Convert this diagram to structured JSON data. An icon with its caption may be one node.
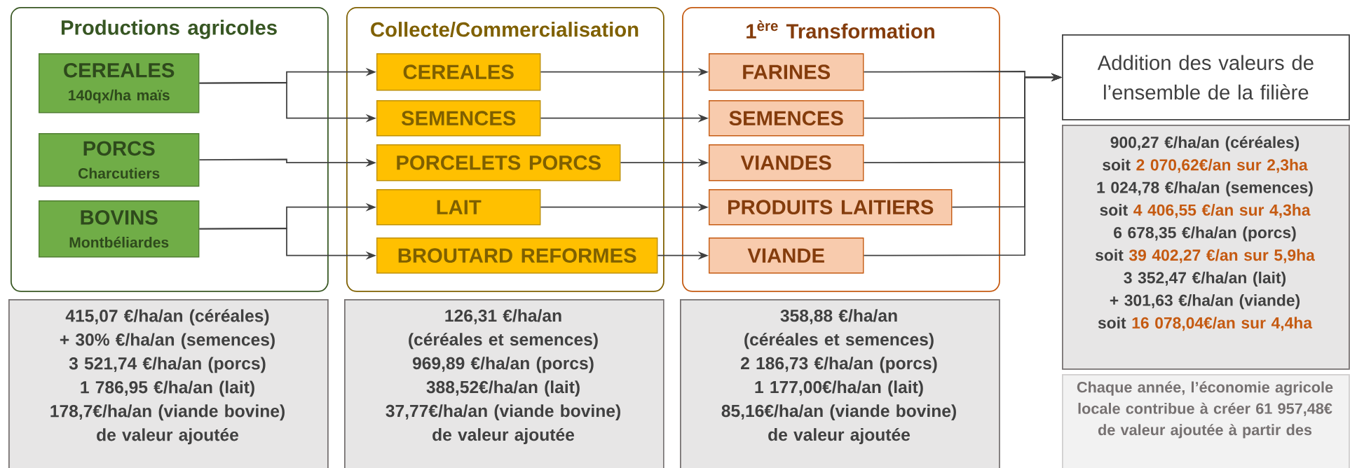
{
  "diagram": {
    "nodes": [
      {
        "text": [
          "Productions agricoles"
        ]
      },
      {
        "text": [
          "CEREALES",
          "140qx/ha maïs"
        ],
        "in": 0
      },
      {
        "text": [
          "PORCS",
          "Charcutiers"
        ],
        "in": 0
      },
      {
        "text": [
          "BOVINS",
          "Montbéliardes"
        ],
        "in": 0
      },
      {
        "text": [
          "Collecte/Commercialisation"
        ]
      },
      {
        "text": [
          "CEREALES"
        ],
        "in": 4
      },
      {
        "text": [
          "SEMENCES"
        ],
        "in": 4
      },
      {
        "text": [
          "PORCELETS PORCS"
        ],
        "in": 4
      },
      {
        "text": [
          "LAIT"
        ],
        "in": 4
      },
      {
        "text": [
          "BROUTARD REFORMES"
        ],
        "in": 4
      },
      {
        "text": [
          "1$^{ère}$ Transformation"
        ]
      },
      {
        "text": [
          "FARINES"
        ],
        "in": 10
      },
      {
        "text": [
          "SEMENCES"
        ],
        "in": 10
      },
      {
        "text": [
          "VIANDES"
        ],
        "in": 10
      },
      {
        "text": [
          "PRODUITS LAITIERS"
        ],
        "in": 10
      },
      {
        "text": [
          "VIANDE"
        ],
        "in": 10
      },
      {
        "text": [
          "Addition des valeurs de l’ensemble de la filière"
        ]
      },
      {
        "text": [
          "415,07 €/ha/an (céréales)",
          "+ 30% €/ha/an (semences)",
          "3 521,74 €/ha/an (porcs)",
          "1 786,95 €/ha/an (lait)",
          "178,7€/ha/an (viande bovine)",
          "de valeur ajoutée"
        ]
      },
      {
        "text": [
          "126,31 €/ha/an (céréales et semences)",
          "969,89 €/ha/an (porcs)",
          "388,52€/ha/an (lait)",
          "37,77€/ha/an (viande bovine)",
          "de valeur ajoutée"
        ]
      },
      {
        "text": [
          "358,88 €/ha/an (céréales et semences)",
          "2 186,73 €/ha/an (porcs)",
          "1 177,00€/ha/an (lait)",
          "85,16€/ha/an (viande bovine)",
          "de valeur ajoutée"
        ]
      },
      {
        "text": [
          "900,27 €/ha/an (céréales)",
          "soit",
          "2 070,62€/an sur 2,3ha",
          "1 024,78 €/ha/an (semences)",
          "soit",
          "4 406,55 €/an sur 4,3ha",
          "6 678,35 €/ha/an (porcs)",
          "soit",
          "39 402,27 €/an sur 5,9ha",
          "3 352,47 €/ha/an (lait)",
          "+ 301,63 €/ha/an (viande)",
          "soit",
          "16 078,04€/an sur 4,4ha"
        ]
      },
      {
        "text": [
          "Chaque année, l’économie agricole locale contribue à créer 61 957,48€ de valeur ajoutée à partir des"
        ]
      }
    ],
    "edges": [
      {
        "from": 1,
        "to": 5,
        "arrow": "to"
      },
      {
        "from": 1,
        "to": 6,
        "arrow": "to"
      },
      {
        "from": 2,
        "to": 7,
        "arrow": "to"
      },
      {
        "from": 3,
        "to": 8,
        "arrow": "to"
      },
      {
        "from": 3,
        "to": 9,
        "arrow": "to"
      },
      {
        "from": 5,
        "to": 11,
        "arrow": "to"
      },
      {
        "from": 6,
        "to": 12,
        "arrow": "to"
      },
      {
        "from": 7,
        "to": 13,
        "arrow": "to"
      },
      {
        "from": 8,
        "to": 14,
        "arrow": "to"
      },
      {
        "from": 9,
        "to": 15,
        "arrow": "to"
      },
      {
        "from": 11,
        "to": 16,
        "arrow": "to"
      },
      {
        "from": 12,
        "to": 16,
        "arrow": "to"
      },
      {
        "from": 13,
        "to": 16,
        "arrow": "to"
      },
      {
        "from": 14,
        "to": 16,
        "arrow": "to"
      },
      {
        "from": 15,
        "to": 16,
        "arrow": "to"
      }
    ]
  }
}
